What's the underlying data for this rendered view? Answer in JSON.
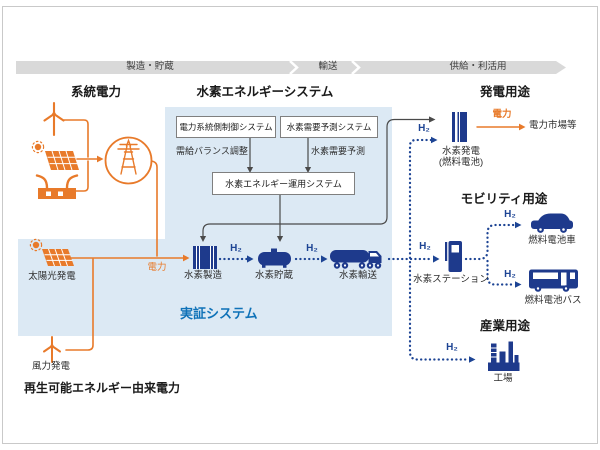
{
  "colors": {
    "orange": "#e87a2a",
    "navy": "#1e3a8c",
    "blue": "#1d4494",
    "demo": "#0f72b8",
    "panel": "#dce9f4",
    "bar": "#d9d9d9"
  },
  "h2_label": "H₂",
  "phases": [
    "製造・貯蔵",
    "輸送",
    "供給・利活用"
  ],
  "grid": {
    "title": "系統電力"
  },
  "renewables": {
    "solar": "太陽光発電",
    "wind": "風力発電",
    "power": "電力",
    "note": "再生可能エネルギー由来電力"
  },
  "hydrogen_system": {
    "title": "水素エネルギーシステム",
    "control_box": "電力系統側制御システム",
    "forecast_box": "水素需要予測システム",
    "control_note": "需給バランス調整",
    "forecast_note": "水素需要予測",
    "operation_box": "水素エネルギー運用システム",
    "demo_label": "実証システム",
    "chain": {
      "production": "水素製造",
      "storage": "水素貯蔵",
      "transport": "水素輸送"
    }
  },
  "generation": {
    "title": "発電用途",
    "device": "水素発電",
    "device_sub": "(燃料電池)",
    "power": "電力",
    "market": "電力市場等"
  },
  "mobility": {
    "title": "モビリティ用途",
    "station": "水素ステーション",
    "car": "燃料電池車",
    "bus": "燃料電池バス"
  },
  "industry": {
    "title": "産業用途",
    "factory": "工場"
  }
}
